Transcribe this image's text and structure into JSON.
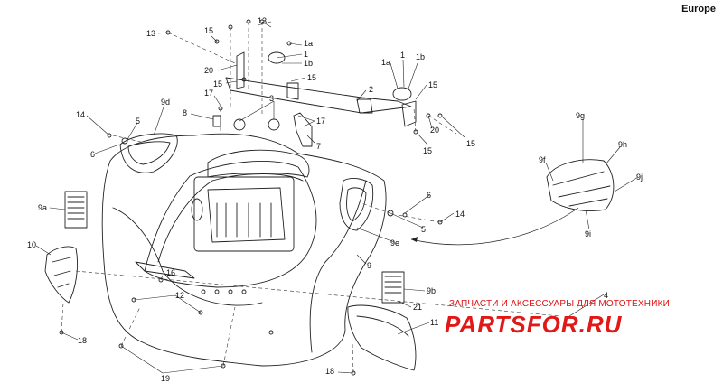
{
  "region": "Europe",
  "drawing_code": "g275g15a",
  "watermark": {
    "line1": "ЗАПЧАСТИ И АКСЕССУАРЫ ДЛЯ МОТОТЕХНИКИ",
    "logo": "PARTSFOR.RU"
  },
  "callouts": [
    {
      "id": "c13a",
      "text": "13"
    },
    {
      "id": "c13b",
      "text": "13"
    },
    {
      "id": "c15a",
      "text": "15"
    },
    {
      "id": "c1a",
      "text": "1a"
    },
    {
      "id": "c1",
      "text": "1"
    },
    {
      "id": "c1b",
      "text": "1b"
    },
    {
      "id": "c20a",
      "text": "20"
    },
    {
      "id": "c15b",
      "text": "15"
    },
    {
      "id": "c15c",
      "text": "15"
    },
    {
      "id": "c1a2",
      "text": "1a"
    },
    {
      "id": "c1_2",
      "text": "1"
    },
    {
      "id": "c1b2",
      "text": "1b"
    },
    {
      "id": "c2",
      "text": "2"
    },
    {
      "id": "c15d",
      "text": "15"
    },
    {
      "id": "c20b",
      "text": "20"
    },
    {
      "id": "c15e",
      "text": "15"
    },
    {
      "id": "c15f",
      "text": "15"
    },
    {
      "id": "c17a",
      "text": "17"
    },
    {
      "id": "c3",
      "text": "3"
    },
    {
      "id": "c17b",
      "text": "17"
    },
    {
      "id": "c7",
      "text": "7"
    },
    {
      "id": "c8",
      "text": "8"
    },
    {
      "id": "c9d",
      "text": "9d"
    },
    {
      "id": "c14a",
      "text": "14"
    },
    {
      "id": "c5a",
      "text": "5"
    },
    {
      "id": "c6a",
      "text": "6"
    },
    {
      "id": "c9a",
      "text": "9a"
    },
    {
      "id": "c10",
      "text": "10"
    },
    {
      "id": "c16",
      "text": "16"
    },
    {
      "id": "c12",
      "text": "12"
    },
    {
      "id": "c18a",
      "text": "18"
    },
    {
      "id": "c19",
      "text": "19"
    },
    {
      "id": "c18b",
      "text": "18"
    },
    {
      "id": "c9g",
      "text": "9g"
    },
    {
      "id": "c9h",
      "text": "9h"
    },
    {
      "id": "c9f",
      "text": "9f"
    },
    {
      "id": "c9j",
      "text": "9j"
    },
    {
      "id": "c9i",
      "text": "9i"
    },
    {
      "id": "c6b",
      "text": "6"
    },
    {
      "id": "c14b",
      "text": "14"
    },
    {
      "id": "c5b",
      "text": "5"
    },
    {
      "id": "c9e",
      "text": "9e"
    },
    {
      "id": "c9",
      "text": "9"
    },
    {
      "id": "c9b",
      "text": "9b"
    },
    {
      "id": "c21",
      "text": "21"
    },
    {
      "id": "c4",
      "text": "4"
    },
    {
      "id": "c11",
      "text": "11"
    }
  ]
}
